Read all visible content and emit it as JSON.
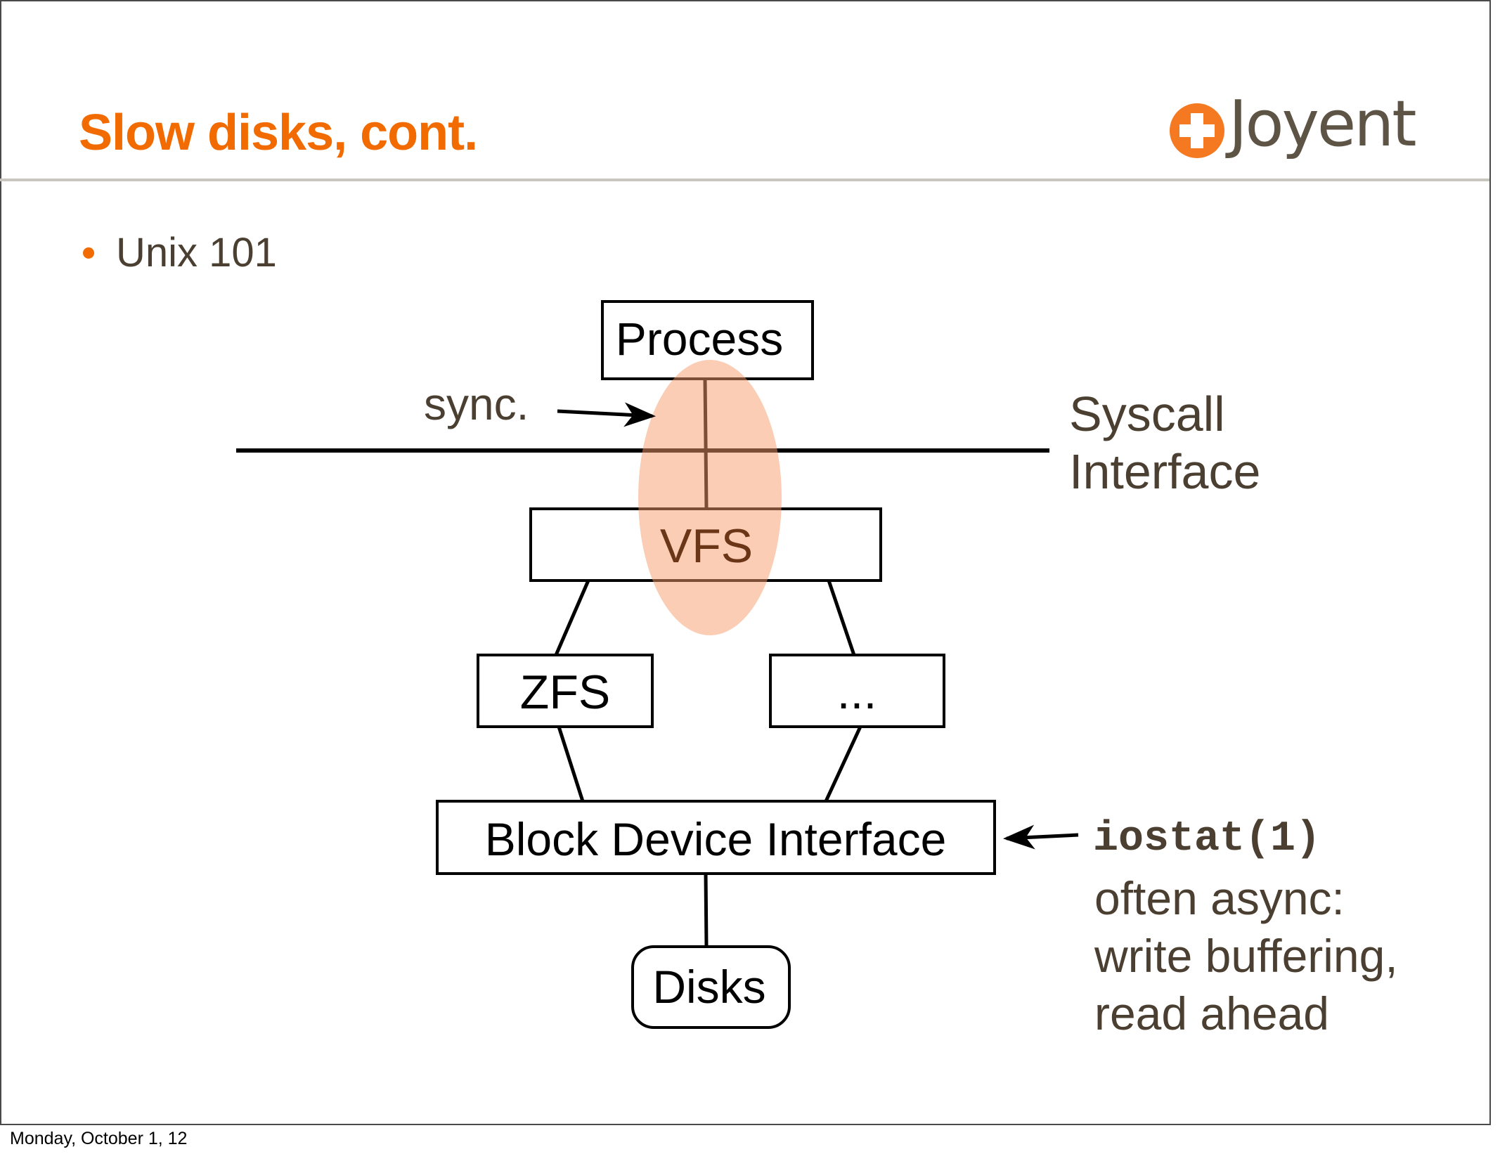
{
  "slide": {
    "title": "Slow disks, cont.",
    "logo": {
      "icon": "plus-circle-icon",
      "text": "Joyent"
    },
    "bullets": [
      "Unix 101"
    ],
    "colors": {
      "title": "#F26B00",
      "bullet": "#F26B00",
      "body_text": "#4A3F31",
      "highlight_ellipse": "#FCCBB0",
      "highlight_text": "#6B3518",
      "logo_orange": "#F47920",
      "logo_text": "#5E5445",
      "rule": "#C8C4BE"
    }
  },
  "diagram": {
    "nodes": {
      "process": "Process",
      "vfs": "VFS",
      "zfs": "ZFS",
      "other_fs": "...",
      "block_device": "Block Device Interface",
      "disks": "Disks"
    },
    "annotations": {
      "sync": "sync.",
      "syscall_line1": "Syscall",
      "syscall_line2": "Interface",
      "iostat_command": "iostat(1)",
      "iostat_notes": [
        "often async:",
        "write buffering,",
        "read ahead"
      ]
    }
  },
  "footer": {
    "date": "Monday, October 1, 12"
  }
}
